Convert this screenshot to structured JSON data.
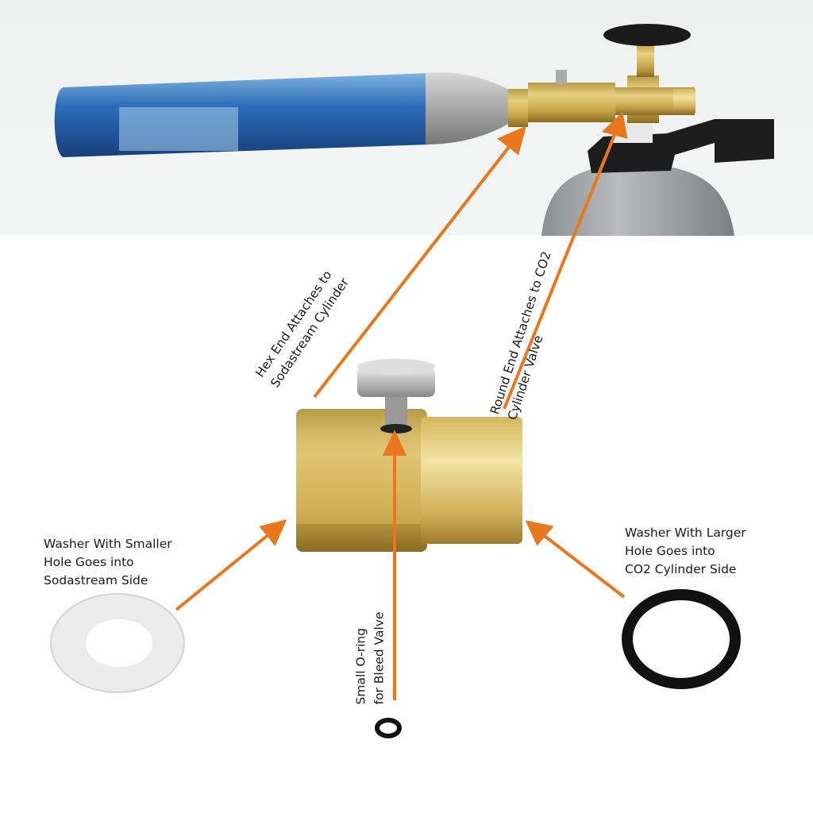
{
  "accent_color": "#E8771E",
  "labels": {
    "hex_end": [
      "Hex End Attaches to",
      "Sodastream Cylinder"
    ],
    "round_end": [
      "Round End Attaches to CO2",
      "Cylinder Valve"
    ],
    "small_washer": [
      "Washer With Smaller",
      "Hole Goes into",
      "Sodastream Side"
    ],
    "large_washer": [
      "Washer With Larger",
      "Hole Goes into",
      "CO2 Cylinder Side"
    ],
    "o_ring": [
      "Small O-ring",
      "for Bleed Valve"
    ]
  }
}
